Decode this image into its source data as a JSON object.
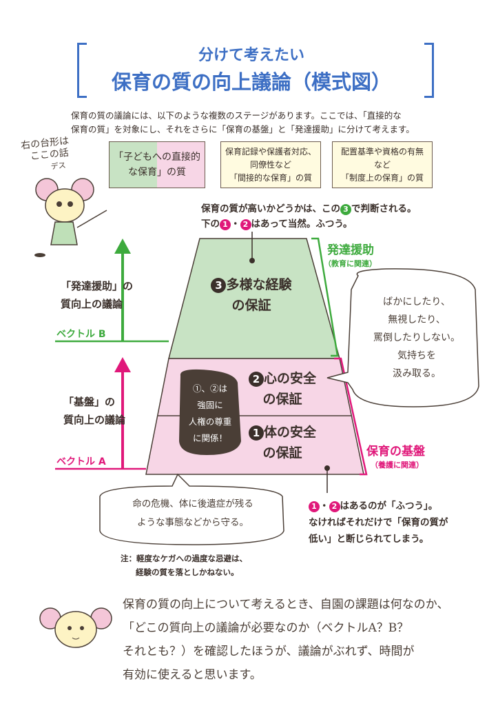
{
  "title": {
    "line1": "分けて考えたい",
    "line2": "保育の質の向上議論（模式図）"
  },
  "intro": {
    "line1": "保育の質の議論には、以下のような複数のステージがあります。ここでは、「直接的な",
    "line2": "保育の質」を対象にし、それをさらに「保育の基盤」と「発達援助」に分けて考えます。"
  },
  "mascot_note": {
    "line1": "右の台形は",
    "line2": "ここの話",
    "line3": "デス"
  },
  "boxes": [
    {
      "line1": "「子どもへの直接的",
      "line2": "な保育」の質"
    },
    {
      "line1": "保育記録や保護者対応、",
      "line2": "同僚性など",
      "line3": "「間接的な保育」の質"
    },
    {
      "line1": "配置基準や資格の有無",
      "line2": "など",
      "line3": "「制度上の保育」の質"
    }
  ],
  "top_note": {
    "line1_a": "保育の質が高いかどうかは、この",
    "n3": "3",
    "line1_b": "で判断される。",
    "line2_a": "下の",
    "n1": "1",
    "sep": "・",
    "n2": "2",
    "line2_b": "はあって当然。ふつう。"
  },
  "pyramid": {
    "level3": {
      "num": "3",
      "line1": "多様な経験",
      "line2": "の保証"
    },
    "level2": {
      "num": "2",
      "line1": "心の安全",
      "line2": "の保証"
    },
    "level1": {
      "num": "1",
      "line1": "体の安全",
      "line2": "の保証"
    },
    "center_note": {
      "line1": "①、②は",
      "line2": "強固に",
      "line3": "人権の尊重",
      "line4": "に関係！"
    }
  },
  "right_labels": {
    "hattatsu": "発達援助",
    "hattatsu_sub": "（教育に関連）",
    "kiban": "保育の基盤",
    "kiban_sub": "（養護に関連）"
  },
  "left_labels": {
    "b_line1": "「発達援助」の",
    "b_line2": "質向上の議論",
    "vector_b": "ベクトル B",
    "a_line1": "「基盤」の",
    "a_line2": "質向上の議論",
    "vector_a": "ベクトル A"
  },
  "bubble_right": {
    "line1": "ばかにしたり、",
    "line2": "無視したり、",
    "line3": "罵倒したりしない。",
    "line4": "気持ちを",
    "line5": "汲み取る。"
  },
  "bubble_bottom": {
    "line1": "命の危機、体に後遺症が残る",
    "line2": "ような事態などから守る。"
  },
  "footnote": {
    "line1": "注：軽度なケガへの過度な忌避は、",
    "line2": "経験の質を落としかねない。"
  },
  "bottom_right_note": {
    "n1": "1",
    "sep": "・",
    "n2": "2",
    "line1": "はあるのが「ふつう」。",
    "line2": "なければそれだけで「保育の質が",
    "line3": "低い」と断じられてしまう。"
  },
  "closing": {
    "line1": "保育の質の向上について考えるとき、自園の課題は何なのか、",
    "line2": "「どこの質向上の議論が必要なのか（ベクトルA？B？",
    "line3": "それとも？）を確認したほうが、議論がぶれず、時間が",
    "line4": "有効に使えると思います。"
  },
  "colors": {
    "blue": "#3d6fc4",
    "green": "#3daa3d",
    "pink": "#e0187a",
    "green_fill": "#c8e3c4",
    "pink_fill": "#f7d6e6",
    "cream": "#fffbe0"
  }
}
